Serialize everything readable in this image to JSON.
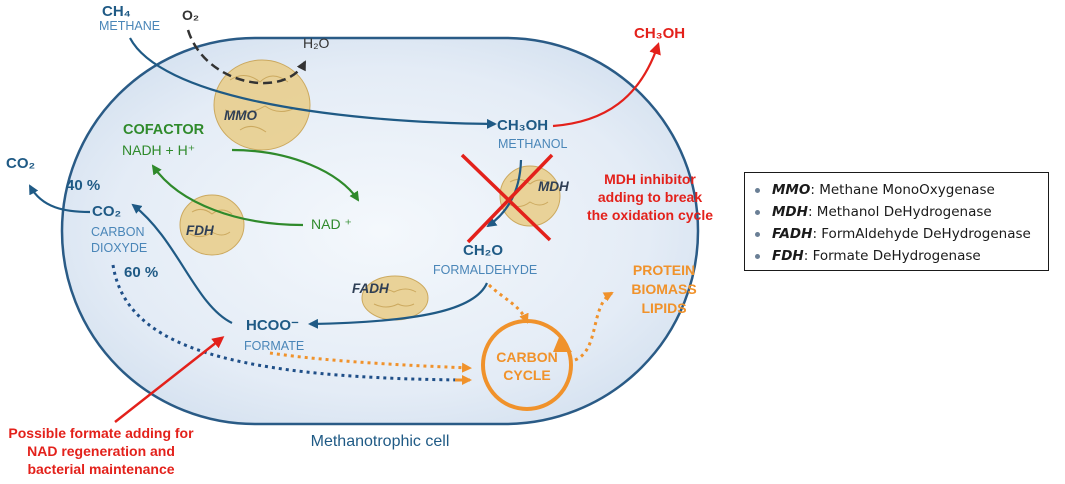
{
  "cell": {
    "label": "Methanotrophic cell"
  },
  "species": {
    "ch4": {
      "formula": "CH₄",
      "name": "METHANE"
    },
    "o2": {
      "formula": "O₂"
    },
    "h2o": {
      "formula": "H₂O"
    },
    "ch3oh_out": {
      "formula": "CH₃OH"
    },
    "ch3oh": {
      "formula": "CH₃OH",
      "name": "METHANOL"
    },
    "ch2o": {
      "formula": "CH₂O",
      "name": "FORMALDEHYDE"
    },
    "hcoo": {
      "formula": "HCOO⁻",
      "name": "FORMATE"
    },
    "co2_in": {
      "formula": "CO₂",
      "name_line1": "CARBON",
      "name_line2": "DIOXYDE"
    },
    "co2_out": {
      "formula": "CO₂"
    }
  },
  "cofactor": {
    "title": "COFACTOR",
    "nadh": "NADH + H⁺",
    "nad": "NAD ⁺"
  },
  "percentages": {
    "p40": "40 %",
    "p60": "60 %"
  },
  "enzymes": {
    "mmo": "MMO",
    "mdh": "MDH",
    "fadh": "FADH",
    "fdh": "FDH"
  },
  "carbon_cycle": {
    "line1": "CARBON",
    "line2": "CYCLE"
  },
  "products": {
    "line1": "PROTEIN",
    "line2": "BIOMASS",
    "line3": "LIPIDS"
  },
  "annotations": {
    "mdh_inhibitor": {
      "line1": "MDH inhibitor",
      "line2": "adding to break",
      "line3": "the oxidation cycle"
    },
    "formate_adding": {
      "line1": "Possible formate adding for",
      "line2": "NAD regeneration and",
      "line3": "bacterial maintenance"
    }
  },
  "legend": [
    {
      "abbr": "MMO",
      "desc": ": Methane MonoOxygenase"
    },
    {
      "abbr": "MDH",
      "desc": ": Methanol DeHydrogenase"
    },
    {
      "abbr": "FADH",
      "desc": ": FormAldehyde DeHydrogenase"
    },
    {
      "abbr": "FDH",
      "desc": ": Formate DeHydrogenase"
    }
  ],
  "colors": {
    "pathway_blue": "#1f5a85",
    "cofactor_green": "#2f8a2b",
    "inhibitor_red": "#e3211b",
    "carbon_orange": "#f0922b",
    "cell_fill": "#e6eef7",
    "cell_border": "#2a5b86"
  }
}
